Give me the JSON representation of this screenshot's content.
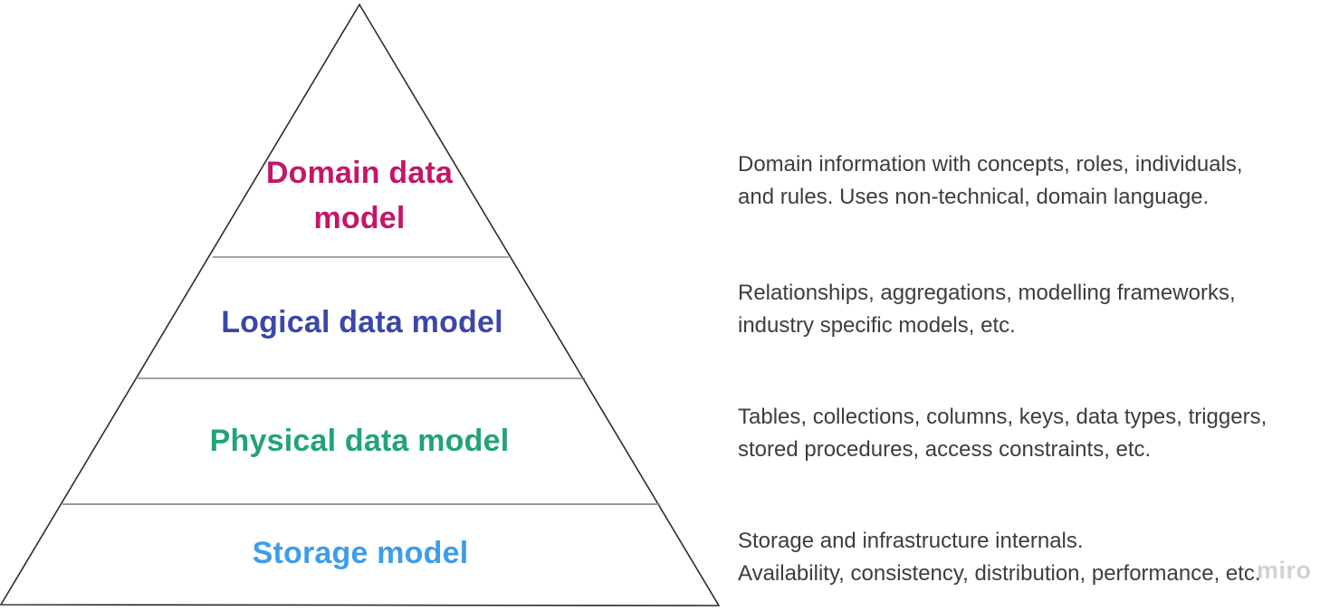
{
  "pyramid": {
    "levels": [
      {
        "id": "domain-data-model",
        "label": "Domain data model",
        "color": "#C41669",
        "desc_lines": [
          "Domain information with concepts, roles, individuals,",
          "and rules. Uses non-technical, domain language."
        ]
      },
      {
        "id": "logical-data-model",
        "label": "Logical data model",
        "color": "#3C47A9",
        "desc_lines": [
          "Relationships, aggregations, modelling frameworks,",
          "industry specific models, etc."
        ]
      },
      {
        "id": "physical-data-model",
        "label": "Physical data model",
        "color": "#22A378",
        "desc_lines": [
          "Tables, collections, columns, keys, data types, triggers,",
          "stored procedures, access constraints, etc."
        ]
      },
      {
        "id": "storage-model",
        "label": "Storage model",
        "color": "#3E9DE9",
        "desc_lines": [
          "Storage and infrastructure internals.",
          "Availability, consistency, distribution, performance, etc."
        ]
      }
    ],
    "outline_color": "#2d2d2d",
    "divider_color": "#6e6e6e"
  },
  "text_color": "#3d3d3d",
  "watermark": {
    "text": "miro",
    "color": "#c7cad0"
  }
}
